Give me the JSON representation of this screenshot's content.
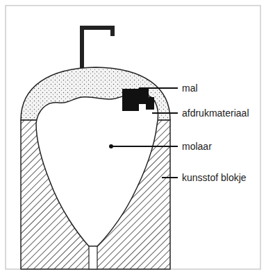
{
  "diagram": {
    "labels": [
      "mal",
      "afdrukmateriaal",
      "molaar",
      "kunsstof blokje"
    ]
  }
}
